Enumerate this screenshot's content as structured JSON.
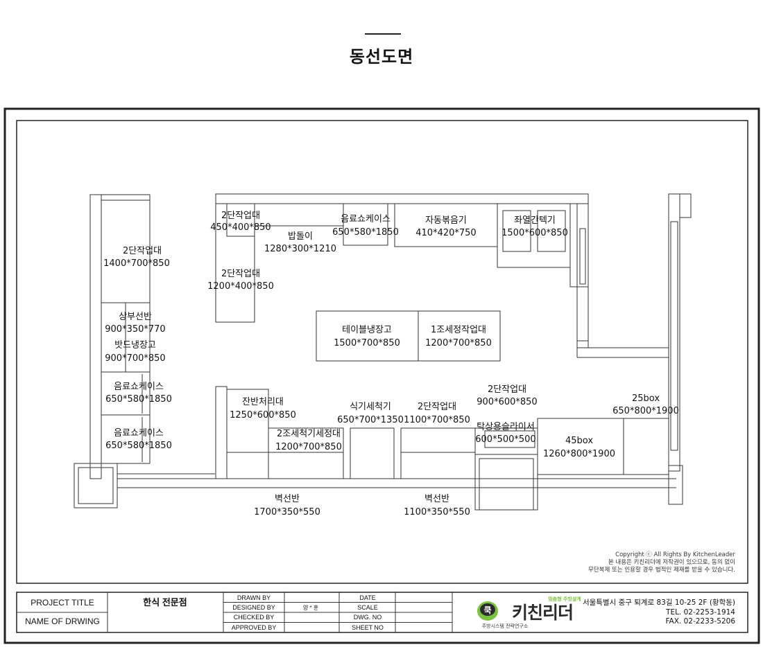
{
  "page": {
    "title": "동선도면"
  },
  "drawing": {
    "labels": {
      "l2dan_left": [
        "2단작업대",
        "1400*700*850"
      ],
      "sangbu": [
        "상부선반",
        "900*350*770"
      ],
      "batdu": [
        "밧드냉장고",
        "900*700*850"
      ],
      "eumryo1": [
        "음료쇼케이스",
        "650*580*1850"
      ],
      "eumryo2": [
        "음료쇼케이스",
        "650*580*1850"
      ],
      "l2dan_small": [
        "2단작업대",
        "450*400*850"
      ],
      "bapdol": [
        "밥돌이",
        "1280*300*1210"
      ],
      "eumryo_top": [
        "음료쇼케이스",
        "650*580*1850"
      ],
      "jadong": [
        "자동볶음기",
        "410*420*750"
      ],
      "jwayeol": [
        "좌열간텍기",
        "1500*600*850"
      ],
      "l2dan_mid": [
        "2단작업대",
        "1200*400*850"
      ],
      "table_fridge": [
        "테이블냉장고",
        "1500*700*850"
      ],
      "sink1": [
        "1조세정작업대",
        "1200*700*850"
      ],
      "janban": [
        "잔반처리대",
        "1250*600*850"
      ],
      "sink2": [
        "2조세척기세정대",
        "1200*700*850"
      ],
      "dishwasher": [
        "식기세척기",
        "650*700*1350"
      ],
      "l2dan_bot": [
        "2단작업대",
        "1100*700*850"
      ],
      "l2dan_br": [
        "2단작업대",
        "900*600*850"
      ],
      "slicer": [
        "탁상용슬라이서",
        "600*500*500"
      ],
      "box25": [
        "25box",
        "650*800*1900"
      ],
      "box45": [
        "45box",
        "1260*800*1900"
      ],
      "shelf1": [
        "벽선반",
        "1700*350*550"
      ],
      "shelf2": [
        "벽선반",
        "1100*350*550"
      ]
    }
  },
  "copyright": [
    "Copyright ⓒ All Rights By KitchenLeader",
    "본 내용은 키친리더에 저작권이 있으므로, 동의 없이",
    "무단복제 또는 인용할 경우 법적인 제재를 받을 수 있습니다."
  ],
  "title_block": {
    "project_title_label": "PROJECT TITLE",
    "project_title_value": "한식 전문점",
    "name_label": "NAME OF DRWING",
    "drawn_by": "DRAWN BY",
    "designed_by": "DESIGNED BY",
    "designed_by_value": "양 * 훈",
    "checked_by": "CHECKED BY",
    "approved_by": "APPROVED BY",
    "date": "DATE",
    "scale": "SCALE",
    "dwg_no": "DWG. NO",
    "sheet_no": "SHEET NO"
  },
  "logo": {
    "tagline": "맞춤형 주방설계",
    "brand": "키친리더",
    "mark": "쿡",
    "subtitle": "주방시스템 전략연구소"
  },
  "address": {
    "line1": "서울특별시 중구 퇴계로 83길 10-25 2F (황학동)",
    "tel": "TEL. 02-2253-1914",
    "fax": "FAX. 02-2233-5206"
  },
  "colors": {
    "line": "#222222",
    "logo_green": "#7cc242",
    "logo_dark": "#2b2b2b"
  }
}
